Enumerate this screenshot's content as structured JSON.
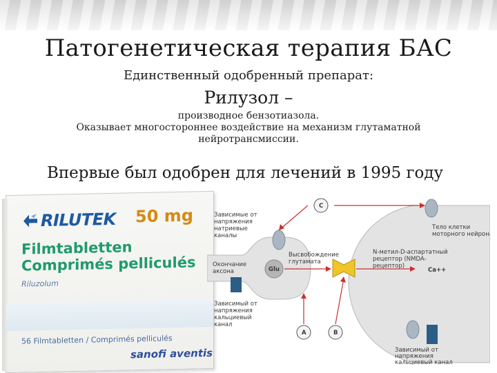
{
  "slide": {
    "title": "Патогенетическая терапия БАС",
    "subtitle": "Единственный одобренный препарат:",
    "drug_name": "Рилузол –",
    "desc_line1": "производное бензотиазола.",
    "desc_line2": "Оказывает многостороннее воздействие на механизм глутаматной",
    "desc_line3": "нейротрансмиссии.",
    "approved": "Впервые был одобрен для лечений в 1995 году"
  },
  "package": {
    "brand": "RILUTEK",
    "dose": "50 mg",
    "form_line1": "Filmtabletten",
    "form_line2": "Comprimés pelliculés",
    "inn": "Riluzolum",
    "count": "56 Filmtabletten / Comprimés pelliculés",
    "maker": "sanofi aventis",
    "colors": {
      "brand": "#1d5aa3",
      "dose": "#d48a14",
      "form": "#1f9b6a"
    }
  },
  "diagram": {
    "sodium_channel": [
      "Зависимые от",
      "напряжения",
      "натриевые",
      "каналы"
    ],
    "axon_terminal": [
      "Окончание",
      "аксона"
    ],
    "glu": "Glu",
    "glutamate_release": [
      "Высвобождение",
      "глутамата"
    ],
    "calcium_channel_left": [
      "Зависимый от",
      "напряжения",
      "кальциевый",
      "канал"
    ],
    "cell_body": [
      "Тело клетки",
      "моторного нейрона"
    ],
    "nmda": [
      "N-метил-D-аспартатный",
      "рецептор (NMDA-",
      "рецептор)"
    ],
    "ca": "Ca++",
    "calcium_channel_right": [
      "Зависимый от",
      "напряжения",
      "кальциевый канал"
    ],
    "marker_a": "A",
    "marker_b": "B",
    "marker_c": "C"
  }
}
